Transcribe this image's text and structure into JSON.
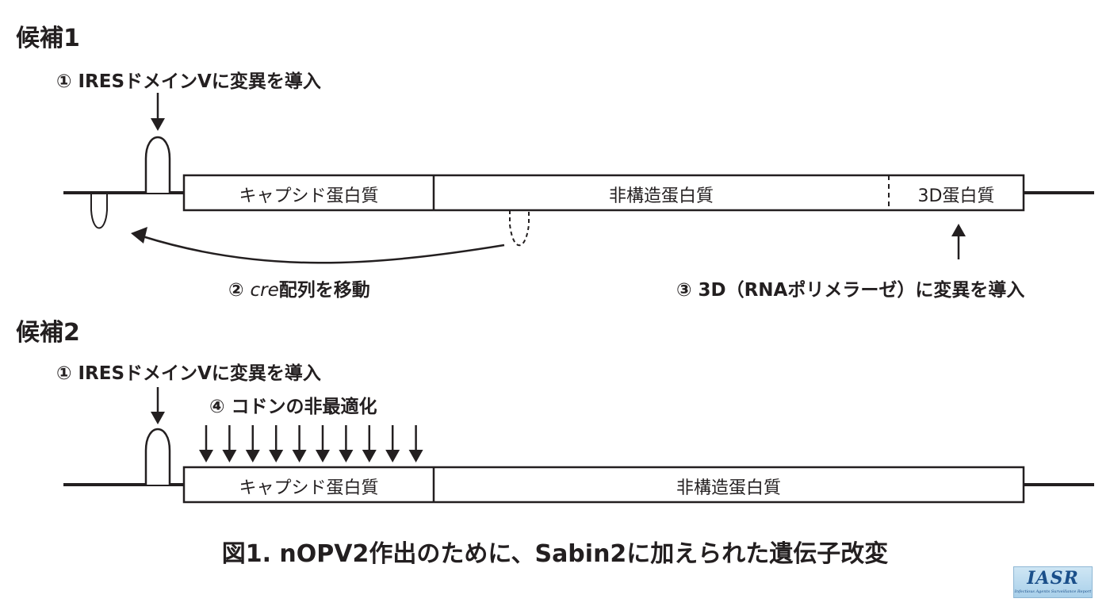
{
  "candidate1": {
    "heading": "候補1",
    "step1_label": "① IRESドメインVに変異を導入",
    "segment_capsid": "キャプシド蛋白質",
    "segment_nonstructural": "非構造蛋白質",
    "segment_3d": "3D蛋白質",
    "step2_prefix": "② ",
    "step2_italic": "cre",
    "step2_suffix": "配列を移動",
    "step3_label": "③ 3D（RNAポリメラーゼ）に変異を導入"
  },
  "candidate2": {
    "heading": "候補2",
    "step1_label": "① IRESドメインVに変異を導入",
    "step4_label": "④ コドンの非最適化",
    "segment_capsid": "キャプシド蛋白質",
    "segment_nonstructural": "非構造蛋白質"
  },
  "figure_caption": "図1. nOPV2作出のために、Sabin2に加えられた遺伝子改変",
  "logo": {
    "text": "IASR",
    "subtitle": "Infectious Agents Surveillance Report",
    "background_color": "#a9d0ea",
    "text_color": "#1a4f8a"
  },
  "colors": {
    "ink": "#231f20",
    "background": "#ffffff"
  }
}
